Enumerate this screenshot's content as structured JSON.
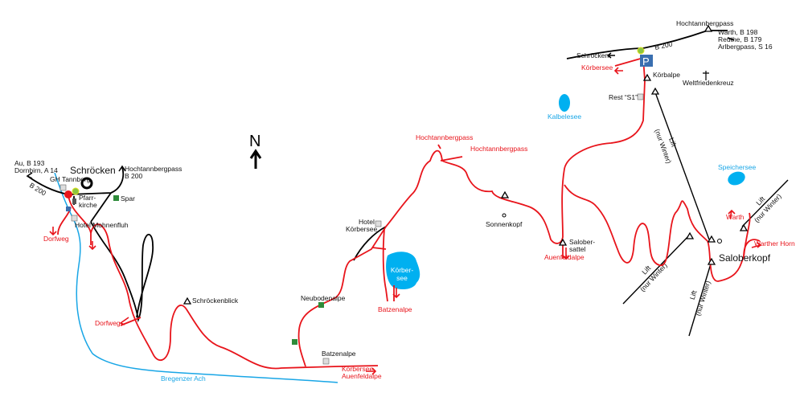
{
  "colors": {
    "route": "#e8141b",
    "road": "#000000",
    "water": "#00b0f0",
    "river": "#19a6e6",
    "parking": "#3a6fb0",
    "bus": "#8bc53f",
    "shop": "#2e8b3a"
  },
  "compass": {
    "label": "N"
  },
  "left": {
    "town": "Schröcken",
    "road_west": [
      "Au, B 193",
      "Dornbirn, A 14"
    ],
    "road_west_num": "B 200",
    "road_east": [
      "Hochtannbergpass",
      "B 200"
    ],
    "gh": "GH Tannberg",
    "church": [
      "Pfarr-",
      "kirche"
    ],
    "shop": "Spar",
    "hotel": "Hotel Mohnenfluh",
    "dorfweg1": "Dorfweg",
    "dorfweg2": "Dorfweg",
    "view": "Schröckenblick",
    "river": "Bregenzer Ach"
  },
  "middle": {
    "neuboden": "Neubodenalpe",
    "batzen": "Batzenalpe",
    "to_koerbersee": [
      "Körbersee",
      "Auenfeldalpe"
    ],
    "hotel": [
      "Hotel",
      "Körbersee"
    ],
    "lake": [
      "Körber-",
      "see"
    ],
    "batzen_red": "Batzenalpe",
    "pass1": "Hochtannbergpass",
    "pass2": "Hochtannbergpass",
    "sonnenkopf": "Sonnenkopf",
    "salober": [
      "Salober-",
      "sattel"
    ],
    "auenfeld": "Auenfeldalpe"
  },
  "right": {
    "pass": "Hochtannbergpass",
    "destinations": [
      "Warth, B 198",
      "Reuthe, B 179",
      "Arlbergpass, S 16"
    ],
    "road_num": "B 200",
    "schroecken": "Schröcken",
    "koerbersee": "Körbersee",
    "parking": "P",
    "koerbalpe": "Körbalpe",
    "cross": "Weltfriedenkreuz",
    "rest": "Rest “S1”",
    "kalbelesee": "Kalbelesee",
    "speichersee": "Speichersee",
    "warth": "Warth",
    "warther_horn": "Warther Horn",
    "saloberkopf": "Saloberkopf",
    "lift": "Lift",
    "lift_note": "(nur Winter)"
  }
}
